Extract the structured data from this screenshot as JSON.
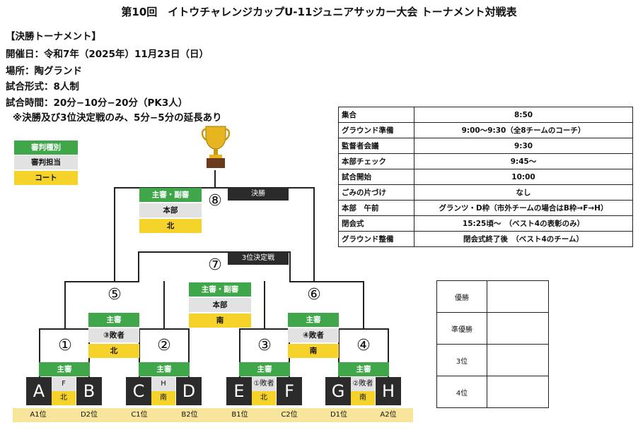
{
  "title": "第10回　イトウチャレンジカップU-11ジュニアサッカー大会 トーナメント対戦表",
  "info": {
    "heading": "【決勝トーナメント】",
    "date": "開催日：令和7年（2025年）11月23日（日）",
    "place": "場所：陶グランド",
    "format": "試合形式：8人制",
    "time": "試合時間：20分−10分−20分（PK3人）",
    "note": "※決勝及び3位決定戦のみ、5分−5分の延長あり"
  },
  "legend": {
    "type": "審判種別",
    "assign": "審判担当",
    "court": "コート"
  },
  "schedule": [
    {
      "k": "集合",
      "v": "8:50"
    },
    {
      "k": "グラウンド準備",
      "v": "9:00〜9:30（全8チームのコーチ）"
    },
    {
      "k": "監督者会議",
      "v": "9:30"
    },
    {
      "k": "本部チェック",
      "v": "9:45〜"
    },
    {
      "k": "試合開始",
      "v": "10:00"
    },
    {
      "k": "ごみの片づけ",
      "v": "なし"
    },
    {
      "k": "本部　午前",
      "v": "グランツ・D枠（市外チームの場合はB枠→F→H）"
    },
    {
      "k": "閉会式",
      "v": "15:25頃〜　（ベスト4の表彰のみ）"
    },
    {
      "k": "グラウンド整備",
      "v": "閉会式終了後　（ベスト4のチーム）"
    }
  ],
  "matches": {
    "m1": "①",
    "m2": "②",
    "m3": "③",
    "m4": "④",
    "m5": "⑤",
    "m6": "⑥",
    "m7": "⑦",
    "m8": "⑧"
  },
  "final": {
    "label": "決勝",
    "type": "主審・副審",
    "assign": "本部",
    "court": "北"
  },
  "third": {
    "label": "3位決定戦",
    "type": "主審・副審",
    "assign": "本部",
    "court": "南"
  },
  "semi5": {
    "type": "主審",
    "assign": "③敗者",
    "court": "北"
  },
  "semi6": {
    "type": "主審",
    "assign": "④敗者",
    "court": "南"
  },
  "referee": "主審",
  "teams": [
    "A",
    "B",
    "C",
    "D",
    "E",
    "F",
    "G",
    "H"
  ],
  "mids": [
    {
      "assign": "F",
      "court": "北"
    },
    {
      "assign": "H",
      "court": "南"
    },
    {
      "assign": "①敗者",
      "court": "北"
    },
    {
      "assign": "②敗者",
      "court": "南"
    }
  ],
  "seeds": [
    "A1位",
    "D2位",
    "C1位",
    "B2位",
    "B1位",
    "C2位",
    "D1位",
    "A2位"
  ],
  "ranking": [
    "優勝",
    "準優勝",
    "3位",
    "4位"
  ]
}
